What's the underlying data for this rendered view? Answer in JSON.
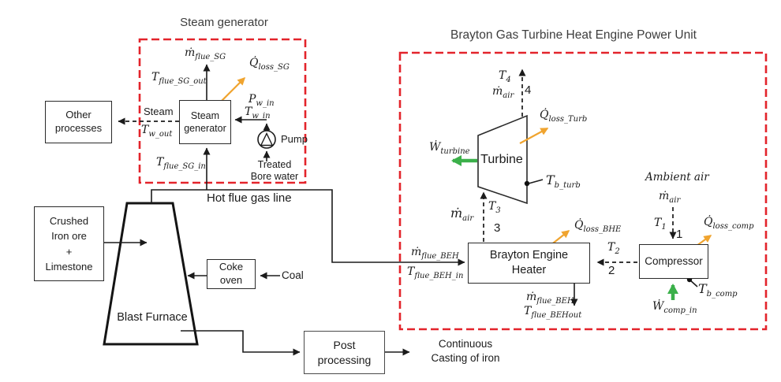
{
  "palette": {
    "boundary_red": "#e3242b",
    "heat_loss_yellow": "#f0a42f",
    "work_green": "#3bb04a",
    "ink": "#1b1b1b"
  },
  "sg": {
    "title": "Steam generator",
    "unit": "Steam\ngenerator",
    "pump": "Pump",
    "treated_bore_water": "Treated\nBore water",
    "steam": "Steam",
    "labels": {
      "m_flue_sg": {
        "main": "ṁ",
        "sub": "flue_SG"
      },
      "t_flue_sg_out": {
        "main": "T",
        "sub": "flue_SG_out"
      },
      "q_loss_sg": {
        "main": "Q̇",
        "sub": "loss_SG"
      },
      "p_w_in": {
        "main": "P",
        "sub": "w_in"
      },
      "t_w_in": {
        "main": "T",
        "sub": "w_in"
      },
      "t_w_out": {
        "main": "T",
        "sub": "w_out"
      },
      "t_flue_sg_in": {
        "main": "T",
        "sub": "flue_SG_in"
      }
    }
  },
  "brayton": {
    "title": "Brayton Gas Turbine Heat Engine Power Unit",
    "turbine": "Turbine",
    "heater": "Brayton Engine\nHeater",
    "compressor": "Compressor",
    "ambient_air": "Ambient air",
    "stream_numbers": {
      "n1": "1",
      "n2": "2",
      "n3": "3",
      "n4": "4"
    },
    "labels": {
      "t4": {
        "main": "T",
        "sub": "4"
      },
      "m_air_4": {
        "main": "ṁ",
        "sub": "air"
      },
      "q_loss_turb": {
        "main": "Q̇",
        "sub": "loss_Turb"
      },
      "w_turbine": {
        "main": "Ẇ",
        "sub": "turbine"
      },
      "t_b_turb": {
        "main": "T",
        "sub": "b_turb"
      },
      "t3": {
        "main": "T",
        "sub": "3"
      },
      "m_air_3": {
        "main": "ṁ",
        "sub": "air"
      },
      "m_flue_beh_in": {
        "main": "ṁ",
        "sub": "flue_BEH"
      },
      "t_flue_beh_in": {
        "main": "T",
        "sub": "flue_BEH_in"
      },
      "q_loss_bhe": {
        "main": "Q̇",
        "sub": "loss_BHE"
      },
      "t2": {
        "main": "T",
        "sub": "2"
      },
      "m_flue_beh_out": {
        "main": "ṁ",
        "sub": "flue_BEH"
      },
      "t_flue_behout": {
        "main": "T",
        "sub": "flue_BEHout"
      },
      "m_air_1": {
        "main": "ṁ",
        "sub": "air"
      },
      "t1": {
        "main": "T",
        "sub": "1"
      },
      "q_loss_comp": {
        "main": "Q̇",
        "sub": "loss_comp"
      },
      "w_comp_in": {
        "main": "Ẇ",
        "sub": "comp_in"
      },
      "t_b_comp": {
        "main": "T",
        "sub": "b_comp"
      }
    }
  },
  "plant": {
    "other_processes": "Other\nprocesses",
    "feed": "Crushed\nIron ore\n+\nLimestone",
    "blast_furnace": "Blast Furnace",
    "coke_oven": "Coke\noven",
    "coal": "Coal",
    "hot_flue_gas_line": "Hot flue gas line",
    "post_processing": "Post\nprocessing",
    "casting": "Continuous\nCasting of iron"
  }
}
